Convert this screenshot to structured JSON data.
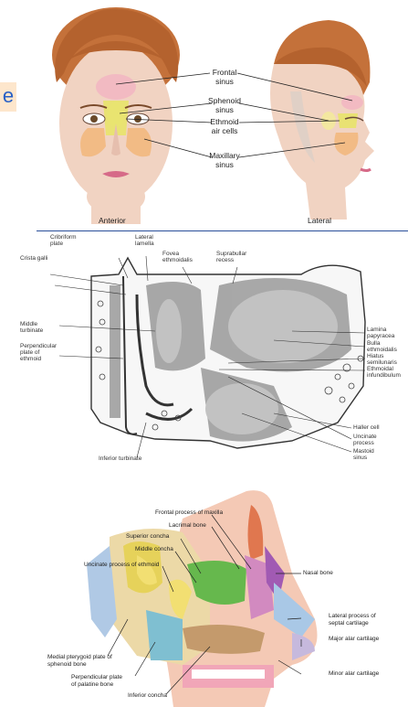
{
  "panel1": {
    "side_tab": "e",
    "labels": {
      "frontal": "Frontal\nsinus",
      "sphenoid": "Sphenoid\nsinus",
      "ethmoid": "Ethmoid\nair cells",
      "maxillary": "Maxillary\nsinus"
    },
    "captions": {
      "anterior": "Anterior",
      "lateral": "Lateral"
    },
    "colors": {
      "frontal": "#f2b7c2",
      "sphenoid": "#f3e7a0",
      "ethmoid": "#e8e36a",
      "maxillary": "#f2b67a",
      "skin": "#f1d3c2",
      "hair": "#c4713a"
    }
  },
  "panel2": {
    "labels": {
      "cribriform": "Cribriform\nplate",
      "lateral_lamella": "Lateral\nlamella",
      "crista_galli": "Crista galli",
      "fovea": "Fovea\nethmoidalis",
      "suprabullar": "Suprabullar\nrecess",
      "middle_turbinate": "Middle\nturbinate",
      "perpendicular": "Perpendicular\nplate of\nethmoid",
      "lamina": "Lamina\npapyracea",
      "bulla": "Bulla\nethmoidalis",
      "hiatus": "Hiatus\nsemilunaris",
      "infundibulum": "Ethmoidal\ninfundibulum",
      "haller": "Haller cell",
      "uncinate": "Uncinate\nprocess",
      "mastoid": "Mastoid\nsinus",
      "inferior_turbinate": "Inferior turbinate"
    }
  },
  "panel3": {
    "labels": {
      "frontal_process": "Frontal process of maxilla",
      "lacrimal": "Lacrimal bone",
      "superior_concha": "Superior concha",
      "middle_concha": "Middle concha",
      "uncinate_ethmoid": "Uncinate process of ethmoid",
      "nasal_bone": "Nasal bone",
      "lateral_process": "Lateral process of\nseptal cartilage",
      "major_alar": "Major alar cartilage",
      "medial_pterygoid": "Medial pterygoid plate of\nsphenoid bone",
      "perpendicular_palatine": "Perpendicular plate\nof palatine bone",
      "minor_alar": "Minor alar cartilage",
      "inferior_concha": "Inferior concha"
    },
    "colors": {
      "frontal_process": "#d28ac0",
      "lacrimal": "#66b84d",
      "nasal_bone": "#a15ab3",
      "lateral_cartilage": "#a9c8e6",
      "major_alar": "#c6b9dd",
      "palatine": "#f2df72",
      "sphenoid": "#e6d25a",
      "skin": "#f4c9b5",
      "bone": "#ecd9a7"
    }
  }
}
